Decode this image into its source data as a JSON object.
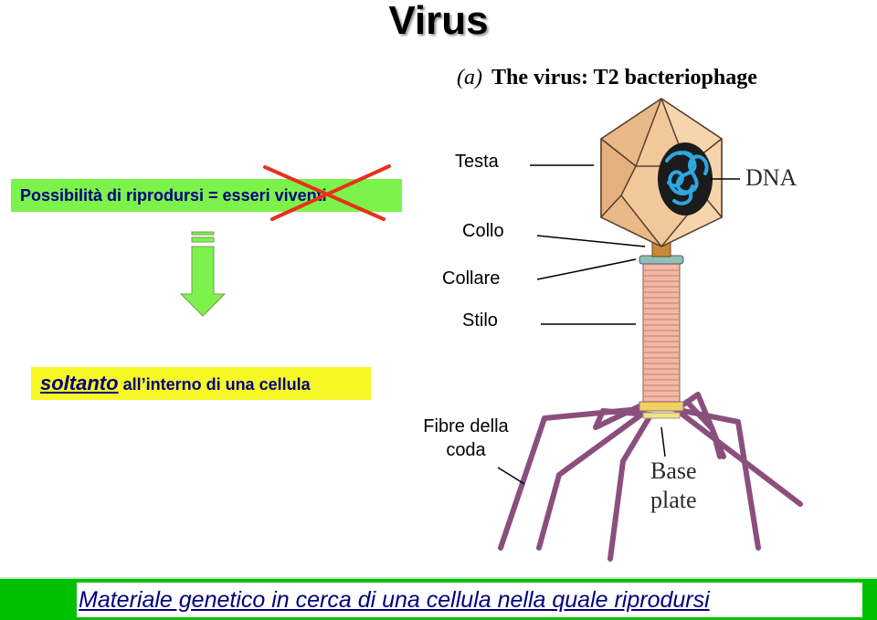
{
  "title": "Virus",
  "figure": {
    "letter": "(a)",
    "caption": "The virus: T2 bacteriophage"
  },
  "left_panel": {
    "reproduce_text": "Possibilità di riprodursi = esseri viventi",
    "inside_emphasis": "soltanto",
    "inside_rest": " all’interno di una cellula"
  },
  "labels": {
    "testa": "Testa",
    "collo": "Collo",
    "collare": "Collare",
    "stilo": "Stilo",
    "fibre_line1": "Fibre della",
    "fibre_line2": "coda",
    "dna": "DNA",
    "base_line1": "Base",
    "base_line2": "plate"
  },
  "footer": {
    "text": "Materiale genetico in cerca di una cellula nella quale riprodursi"
  },
  "colors": {
    "green_box": "#7cf34a",
    "yellow_box": "#f7f726",
    "footer_bar": "#00c000",
    "text_navy": "#000080",
    "cross_red": "#e8301c",
    "head_fill": "#f2c79a",
    "tail_fill": "#f2b8a6",
    "fibre_purple": "#8a4f7d"
  }
}
